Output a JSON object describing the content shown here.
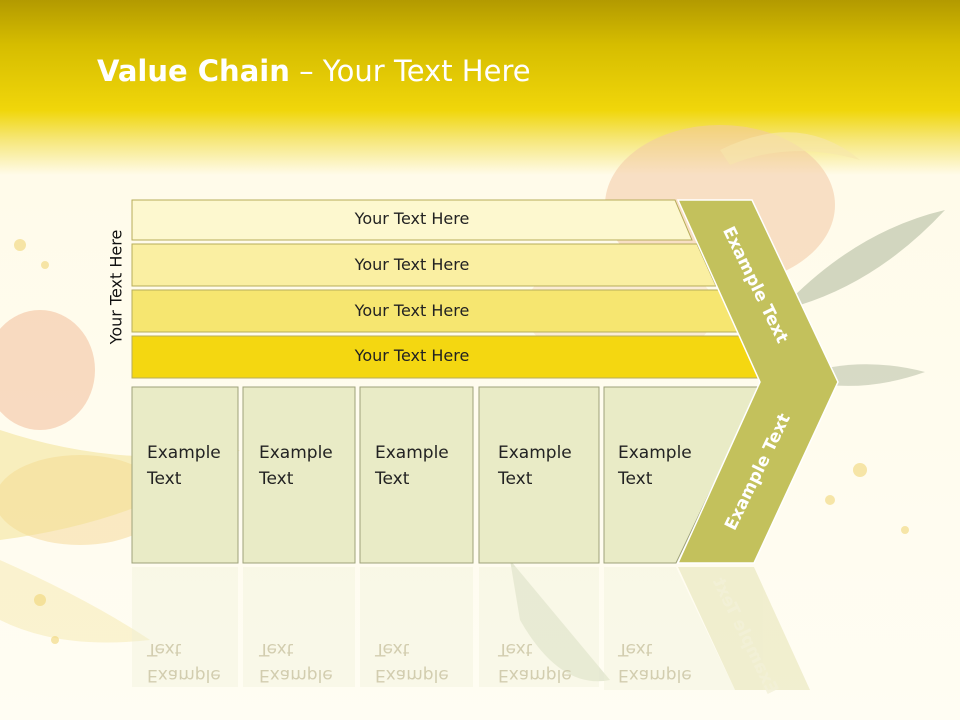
{
  "slide": {
    "title_bold": "Value Chain",
    "title_rest": " – Your Text Here",
    "vertical_label": "Your Text Here",
    "rows": [
      {
        "label": "Your Text Here",
        "color": "#fdf8cf"
      },
      {
        "label": "Your Text Here",
        "color": "#faefa2"
      },
      {
        "label": "Your Text Here",
        "color": "#f6e670"
      },
      {
        "label": "Your Text Here",
        "color": "#f4d711"
      }
    ],
    "columns": [
      {
        "line1": "Example",
        "line2": "Text"
      },
      {
        "line1": "Example",
        "line2": "Text"
      },
      {
        "line1": "Example",
        "line2": "Text"
      },
      {
        "line1": "Example",
        "line2": "Text"
      },
      {
        "line1": "Example",
        "line2": "Text"
      }
    ],
    "arrow_upper_text": "Example Text",
    "arrow_lower_text": "Example Text",
    "colors": {
      "header_gold": "#d6bd00",
      "column_fill": "#e9ebc6",
      "arrow_fill": "#c3c15c"
    }
  }
}
